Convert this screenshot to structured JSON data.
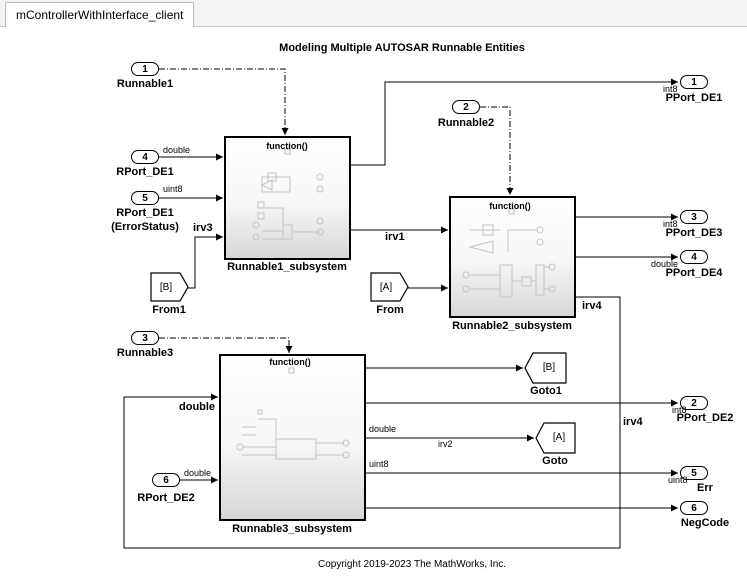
{
  "window": {
    "tab_title": "mControllerWithInterface_client"
  },
  "diagram": {
    "title": "Modeling Multiple AUTOSAR Runnable Entities",
    "copyright": "Copyright 2019-2023 The MathWorks, Inc."
  },
  "inports": [
    {
      "num": "1",
      "label": "Runnable1"
    },
    {
      "num": "4",
      "label": "RPort_DE1",
      "type": "double"
    },
    {
      "num": "5",
      "label": "RPort_DE1 (ErrorStatus)",
      "label_line1": "RPort_DE1",
      "label_line2": "(ErrorStatus)",
      "type": "uint8"
    },
    {
      "num": "2",
      "label": "Runnable2"
    },
    {
      "num": "3",
      "label": "Runnable3"
    },
    {
      "num": "6",
      "label": "RPort_DE2",
      "type": "double"
    }
  ],
  "outports": [
    {
      "num": "1",
      "label": "PPort_DE1",
      "type": "int8"
    },
    {
      "num": "3",
      "label": "PPort_DE3",
      "type": "int8"
    },
    {
      "num": "4",
      "label": "PPort_DE4",
      "type": "double"
    },
    {
      "num": "2",
      "label": "PPort_DE2",
      "type": "int8"
    },
    {
      "num": "5",
      "label": "Err",
      "type": "uint8"
    },
    {
      "num": "6",
      "label": "NegCode"
    }
  ],
  "subsystems": [
    {
      "name": "Runnable1_subsystem",
      "trigger": "function()"
    },
    {
      "name": "Runnable2_subsystem",
      "trigger": "function()"
    },
    {
      "name": "Runnable3_subsystem",
      "trigger": "function()"
    }
  ],
  "from_blocks": [
    {
      "name": "From1",
      "tag": "[B]"
    },
    {
      "name": "From",
      "tag": "[A]"
    }
  ],
  "goto_blocks": [
    {
      "name": "Goto1",
      "tag": "[B]"
    },
    {
      "name": "Goto",
      "tag": "[A]"
    }
  ],
  "signals": {
    "irv3": "irv3",
    "irv1": "irv1",
    "irv4_a": "irv4",
    "irv4_b": "irv4",
    "irv2": "irv2",
    "double_feedback": "double",
    "r3_double_out": "double",
    "r3_uint8_out": "uint8"
  }
}
